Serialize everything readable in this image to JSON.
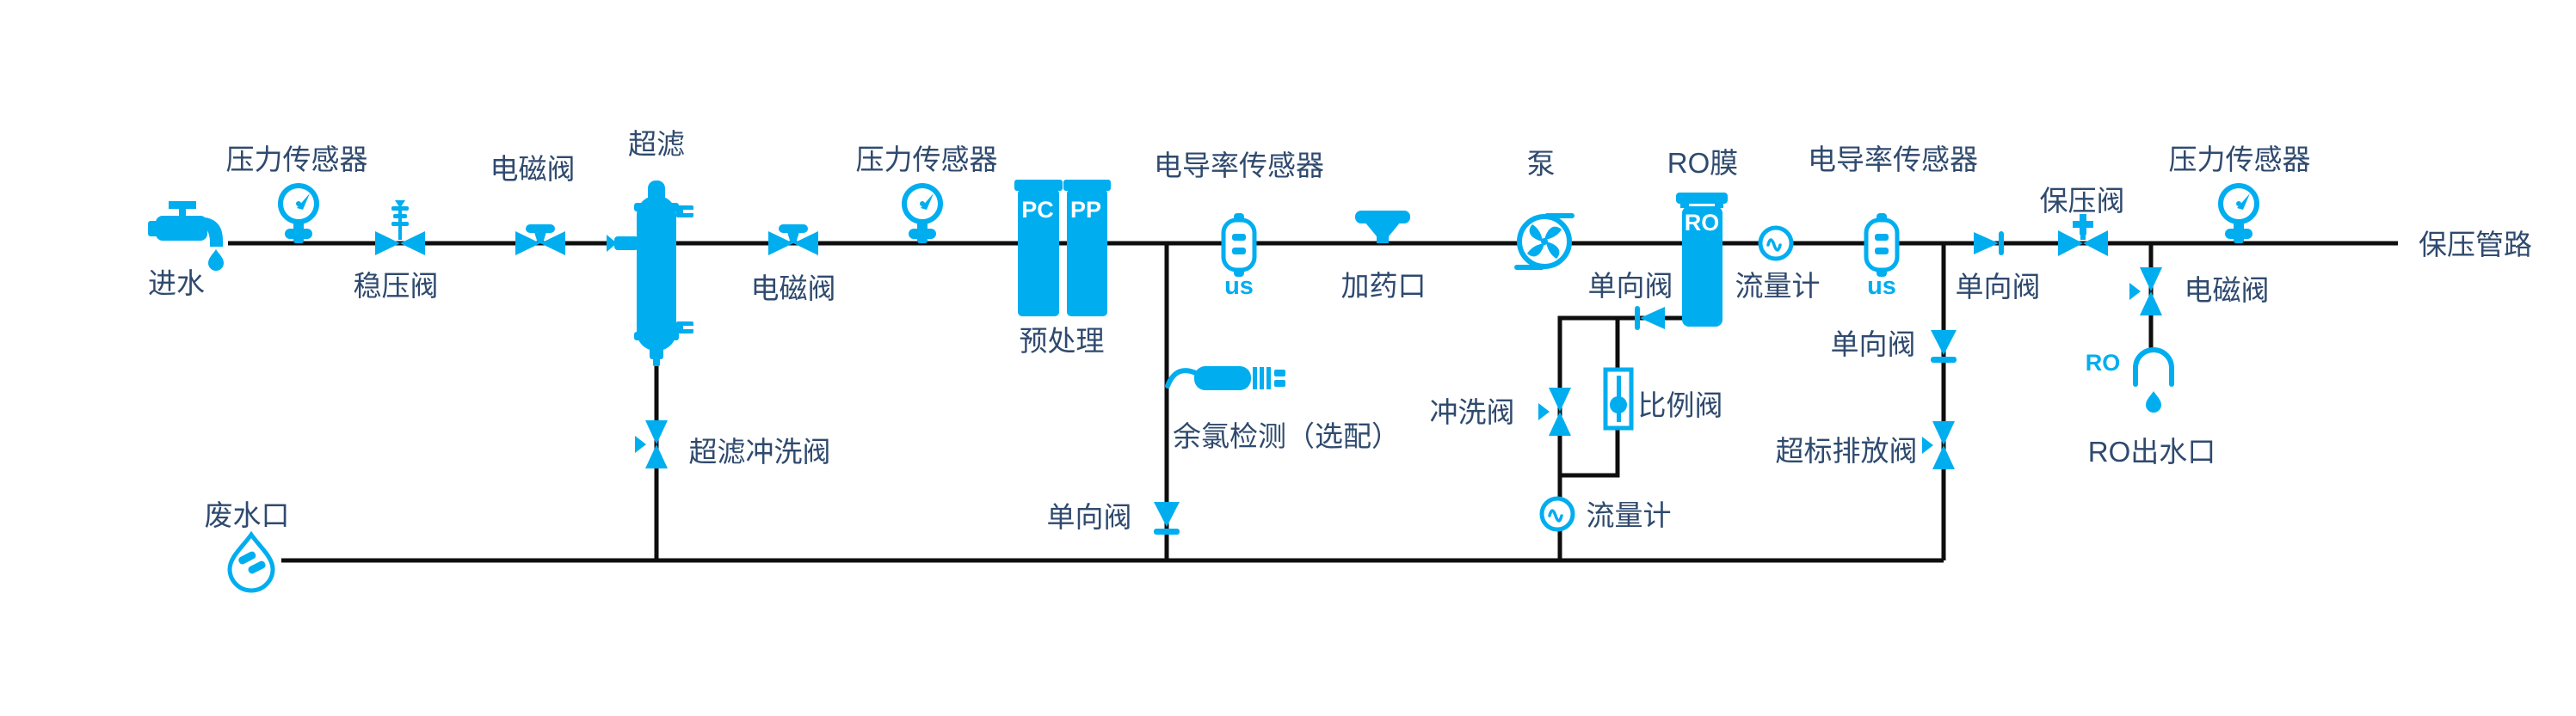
{
  "colors": {
    "accent": "#00AEF0",
    "text": "#2F4A6E",
    "line": "#0E0E0E",
    "background": "#FFFFFF"
  },
  "labels": {
    "water_inlet": "进水",
    "pressure_sensor": "压力传感器",
    "stabilizing_valve": "稳压阀",
    "solenoid_valve": "电磁阀",
    "ultrafiltration": "超滤",
    "uf_flush_valve": "超滤冲洗阀",
    "pretreatment": "预处理",
    "pc": "PC",
    "pp": "PP",
    "conductivity_sensor": "电导率传感器",
    "us": "us",
    "dosing_port": "加药口",
    "chlorine_detect": "余氯检测（选配）",
    "check_valve": "单向阀",
    "waste_outlet": "废水口",
    "pump": "泵",
    "ro_membrane": "RO膜",
    "ro": "RO",
    "flow_meter": "流量计",
    "flush_valve": "冲洗阀",
    "proportional_valve": "比例阀",
    "discharge_valve": "超标排放阀",
    "pressure_holding_valve": "保压阀",
    "ro_outlet": "RO出水口",
    "pressure_holding_line": "保压管路"
  }
}
